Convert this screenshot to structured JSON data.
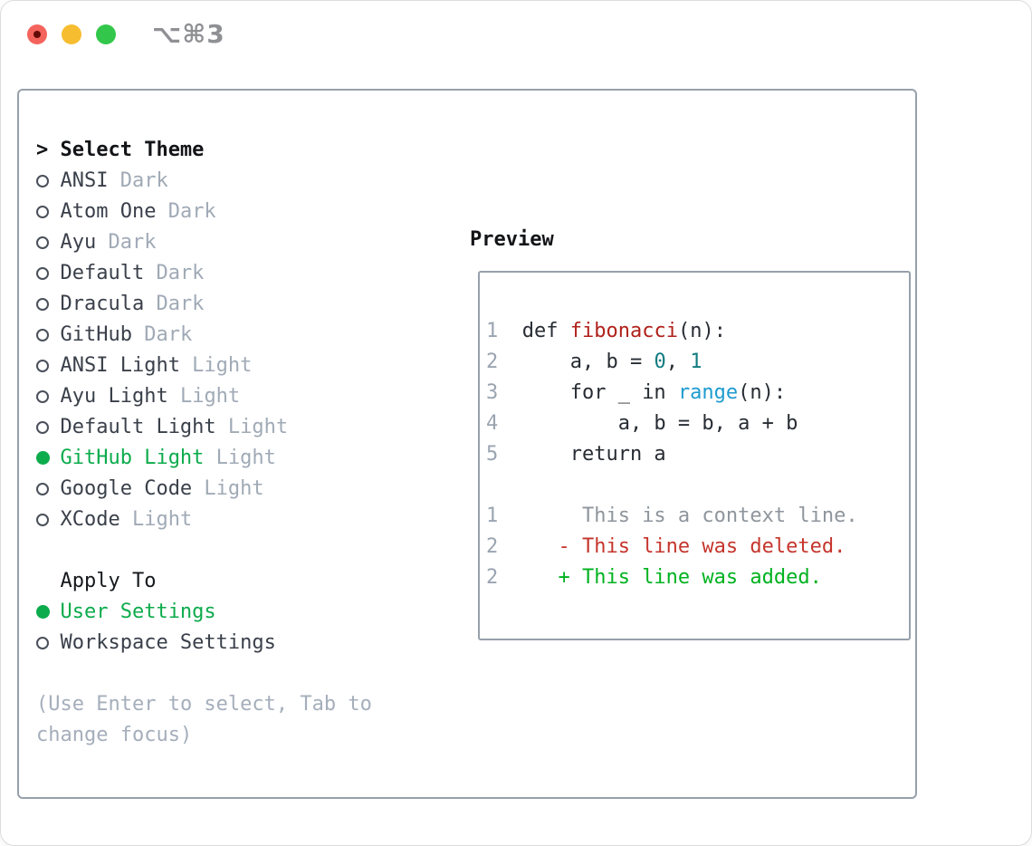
{
  "window": {
    "title": "⌥⌘3",
    "traffic_lights": [
      {
        "name": "close"
      },
      {
        "name": "minimize"
      },
      {
        "name": "zoom"
      }
    ]
  },
  "colors": {
    "panel_border": "#97a0ab",
    "heading_text": "#121417",
    "item_text": "#3a404a",
    "muted_tag": "#a0aab6",
    "hint_text": "#a5aebb",
    "selected_green": "#0cab4c",
    "line_number": "#9aa4b1",
    "code_text": "#272c33",
    "function_red": "#b0211a",
    "literal_teal": "#0f7b80",
    "builtin_blue": "#1d9bcf",
    "context_gray": "#8e959c",
    "deleted_red": "#c5352c",
    "added_green": "#00b220",
    "traffic_red": "#f4645c",
    "traffic_red_dot": "#650b06",
    "traffic_yellow": "#f7bd30",
    "traffic_green": "#32c74a",
    "title_text": "#8f9094"
  },
  "left": {
    "heading": {
      "marker": ">",
      "label": "Select Theme"
    },
    "themes": [
      {
        "name": "ANSI",
        "tag": "Dark",
        "selected": false
      },
      {
        "name": "Atom One",
        "tag": "Dark",
        "selected": false
      },
      {
        "name": "Ayu",
        "tag": "Dark",
        "selected": false
      },
      {
        "name": "Default",
        "tag": "Dark",
        "selected": false
      },
      {
        "name": "Dracula",
        "tag": "Dark",
        "selected": false
      },
      {
        "name": "GitHub",
        "tag": "Dark",
        "selected": false
      },
      {
        "name": "ANSI Light",
        "tag": "Light",
        "selected": false
      },
      {
        "name": "Ayu Light",
        "tag": "Light",
        "selected": false
      },
      {
        "name": "Default Light",
        "tag": "Light",
        "selected": false
      },
      {
        "name": "GitHub Light",
        "tag": "Light",
        "selected": true
      },
      {
        "name": "Google Code",
        "tag": "Light",
        "selected": false
      },
      {
        "name": "XCode",
        "tag": "Light",
        "selected": false
      }
    ],
    "apply_to": {
      "heading": "Apply To",
      "options": [
        {
          "name": "User Settings",
          "selected": true
        },
        {
          "name": "Workspace Settings",
          "selected": false
        }
      ]
    },
    "hint_lines": [
      "(Use Enter to select, Tab to",
      "change focus)"
    ]
  },
  "preview": {
    "heading": "Preview",
    "code_lines": [
      {
        "num": "1",
        "tokens": [
          {
            "t": "  def ",
            "c": "code"
          },
          {
            "t": "fibonacci",
            "c": "fn"
          },
          {
            "t": "(n):",
            "c": "code"
          }
        ]
      },
      {
        "num": "2",
        "tokens": [
          {
            "t": "      a, b = ",
            "c": "code"
          },
          {
            "t": "0",
            "c": "lit"
          },
          {
            "t": ", ",
            "c": "code"
          },
          {
            "t": "1",
            "c": "lit"
          }
        ]
      },
      {
        "num": "3",
        "tokens": [
          {
            "t": "      for _ in ",
            "c": "code"
          },
          {
            "t": "range",
            "c": "builtin"
          },
          {
            "t": "(n):",
            "c": "code"
          }
        ]
      },
      {
        "num": "4",
        "tokens": [
          {
            "t": "          a, b = b, a + b",
            "c": "code"
          }
        ]
      },
      {
        "num": "5",
        "tokens": [
          {
            "t": "      return a",
            "c": "code"
          }
        ]
      },
      {
        "num": "",
        "tokens": []
      },
      {
        "num": "1",
        "tokens": [
          {
            "t": "       This is a context line.",
            "c": "ctx"
          }
        ]
      },
      {
        "num": "2",
        "tokens": [
          {
            "t": "     - This line was deleted.",
            "c": "del"
          }
        ]
      },
      {
        "num": "2",
        "tokens": [
          {
            "t": "     + This line was added.",
            "c": "add"
          }
        ]
      }
    ]
  }
}
